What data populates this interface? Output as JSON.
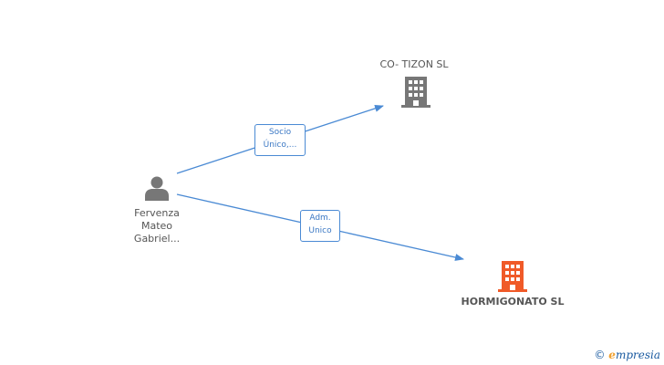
{
  "nodes": {
    "person": {
      "label_lines": [
        "Fervenza",
        "Mateo",
        "Gabriel..."
      ]
    },
    "company_top": {
      "label": "CO- TIZON SL"
    },
    "company_bottom": {
      "label": "HORMIGONATO SL"
    }
  },
  "edges": {
    "edge1": {
      "label_lines": [
        "Socio",
        "Único,..."
      ]
    },
    "edge2": {
      "label_lines": [
        "Adm.",
        "Unico"
      ]
    }
  },
  "colors": {
    "edge": "#4a8ad4",
    "person_icon": "#777777",
    "company_top_icon": "#777777",
    "company_bottom_icon": "#f05a28"
  },
  "footer": {
    "copyright_symbol": "©",
    "brand_initial": "e",
    "brand_rest": "mpresia"
  }
}
